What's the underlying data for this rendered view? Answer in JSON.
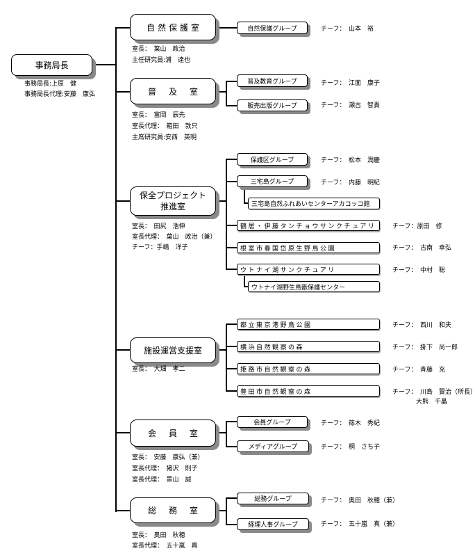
{
  "director": {
    "title": "事務局長",
    "staff": [
      "事務局長:上原　健",
      "事務局長代理:安藤　康弘"
    ]
  },
  "departments": [
    {
      "name": "自然保護室",
      "staff": [
        "室長：　葉山　政治",
        "主任研究員:浦　達也"
      ],
      "units": [
        {
          "name": "自然保護グループ",
          "chief": "チーフ：　山本　裕"
        }
      ]
    },
    {
      "name": "普及室",
      "staff": [
        "室長：　富岡　辰先",
        "室長代理：　箱田　敦只",
        "主席研究員:安西　英明"
      ],
      "units": [
        {
          "name": "普及教育グループ",
          "chief": "チーフ：　江面　康子"
        },
        {
          "name": "販売出版グループ",
          "chief": "チーフ：　瀬古　智貴"
        }
      ]
    },
    {
      "name": "保全プロジェクト推進室",
      "name_lines": [
        "保全プロジェクト",
        "推進室"
      ],
      "staff": [
        "室長：　田尻　浩伸",
        "室長代理：　葉山　政治（兼）",
        "チーフ：手嶋　洋子"
      ],
      "units": [
        {
          "name": "保護区グループ",
          "chief": "チーフ：　松本　潤慶"
        },
        {
          "name": "三宅島グループ",
          "chief": "チーフ：　内藤　明紀",
          "facility": "三宅島自然ふれあいセンターアカコッコ館"
        },
        {
          "name": "鶴居・伊藤タンチョウサンクチュアリ",
          "chief": "チーフ：原田　修"
        },
        {
          "name": "根室市春国岱原生野鳥公園",
          "chief": "チーフ：　古南　幸弘"
        },
        {
          "name": "ウトナイ湖サンクチュアリ",
          "chief": "チーフ：　中村　聡",
          "facility": "ウトナイ湖野生鳥獣保護センター"
        }
      ]
    },
    {
      "name": "施設運営支援室",
      "staff": [
        "室長：　大畑　孝二"
      ],
      "units": [
        {
          "name": "都立東京港野鳥公園",
          "chief": "チーフ：　西川　和夫"
        },
        {
          "name": "横浜自然観察の森",
          "chief": "チーフ：　掛下　尚一郎"
        },
        {
          "name": "姫路市自然観察の森",
          "chief": "チーフ：　斉藤　充"
        },
        {
          "name": "豊田市自然観察の森",
          "chief": "チーフ：　川島　賢治（所長）",
          "chief_extra": "大熊　千晶"
        }
      ]
    },
    {
      "name": "会員室",
      "staff": [
        "室長：　安藤　康弘（兼）",
        "室長代理：　猪沢　則子",
        "室長代理：　景山　誠"
      ],
      "units": [
        {
          "name": "会員グループ",
          "chief": "チーフ：　篠木　秀紀"
        },
        {
          "name": "メディアグループ",
          "chief": "チーフ：　桐　さち子"
        }
      ]
    },
    {
      "name": "総務室",
      "staff": [
        "室長：　奥田　秋穂",
        "室長代理：　五十嵐　真"
      ],
      "units": [
        {
          "name": "総務グループ",
          "chief": "チーフ：　奥田　秋穂（兼）"
        },
        {
          "name": "経理人事グループ",
          "chief": "チーフ：　五十嵐　真（兼）"
        }
      ]
    }
  ]
}
